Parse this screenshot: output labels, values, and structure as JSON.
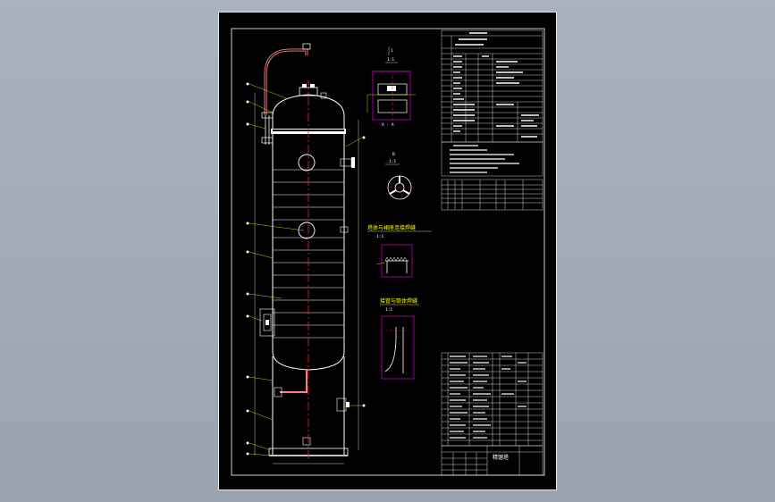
{
  "sheet": {
    "section_labels": {
      "sec_a_number": "1",
      "sec_a_title": "1:1",
      "sec_b_letter": "B",
      "sec_b_title": "1:1",
      "cut_label": "A - A",
      "detail_1_title": "塔体与裙座连接焊缝",
      "detail_1_scale": "1:1",
      "detail_2_title": "接管与筒体焊缝",
      "detail_2_scale": "1:1"
    },
    "title_block": {
      "main": "精馏塔"
    },
    "colors": {
      "background": "#000000",
      "outline": "#ffffff",
      "centerline": "#ff2020",
      "section_box": "#c000c0",
      "leader": "#ffff00",
      "nozzle": "#ff8080"
    },
    "icons": {
      "tower": "tower-vessel-icon",
      "distributor": "distributor-icon"
    }
  }
}
